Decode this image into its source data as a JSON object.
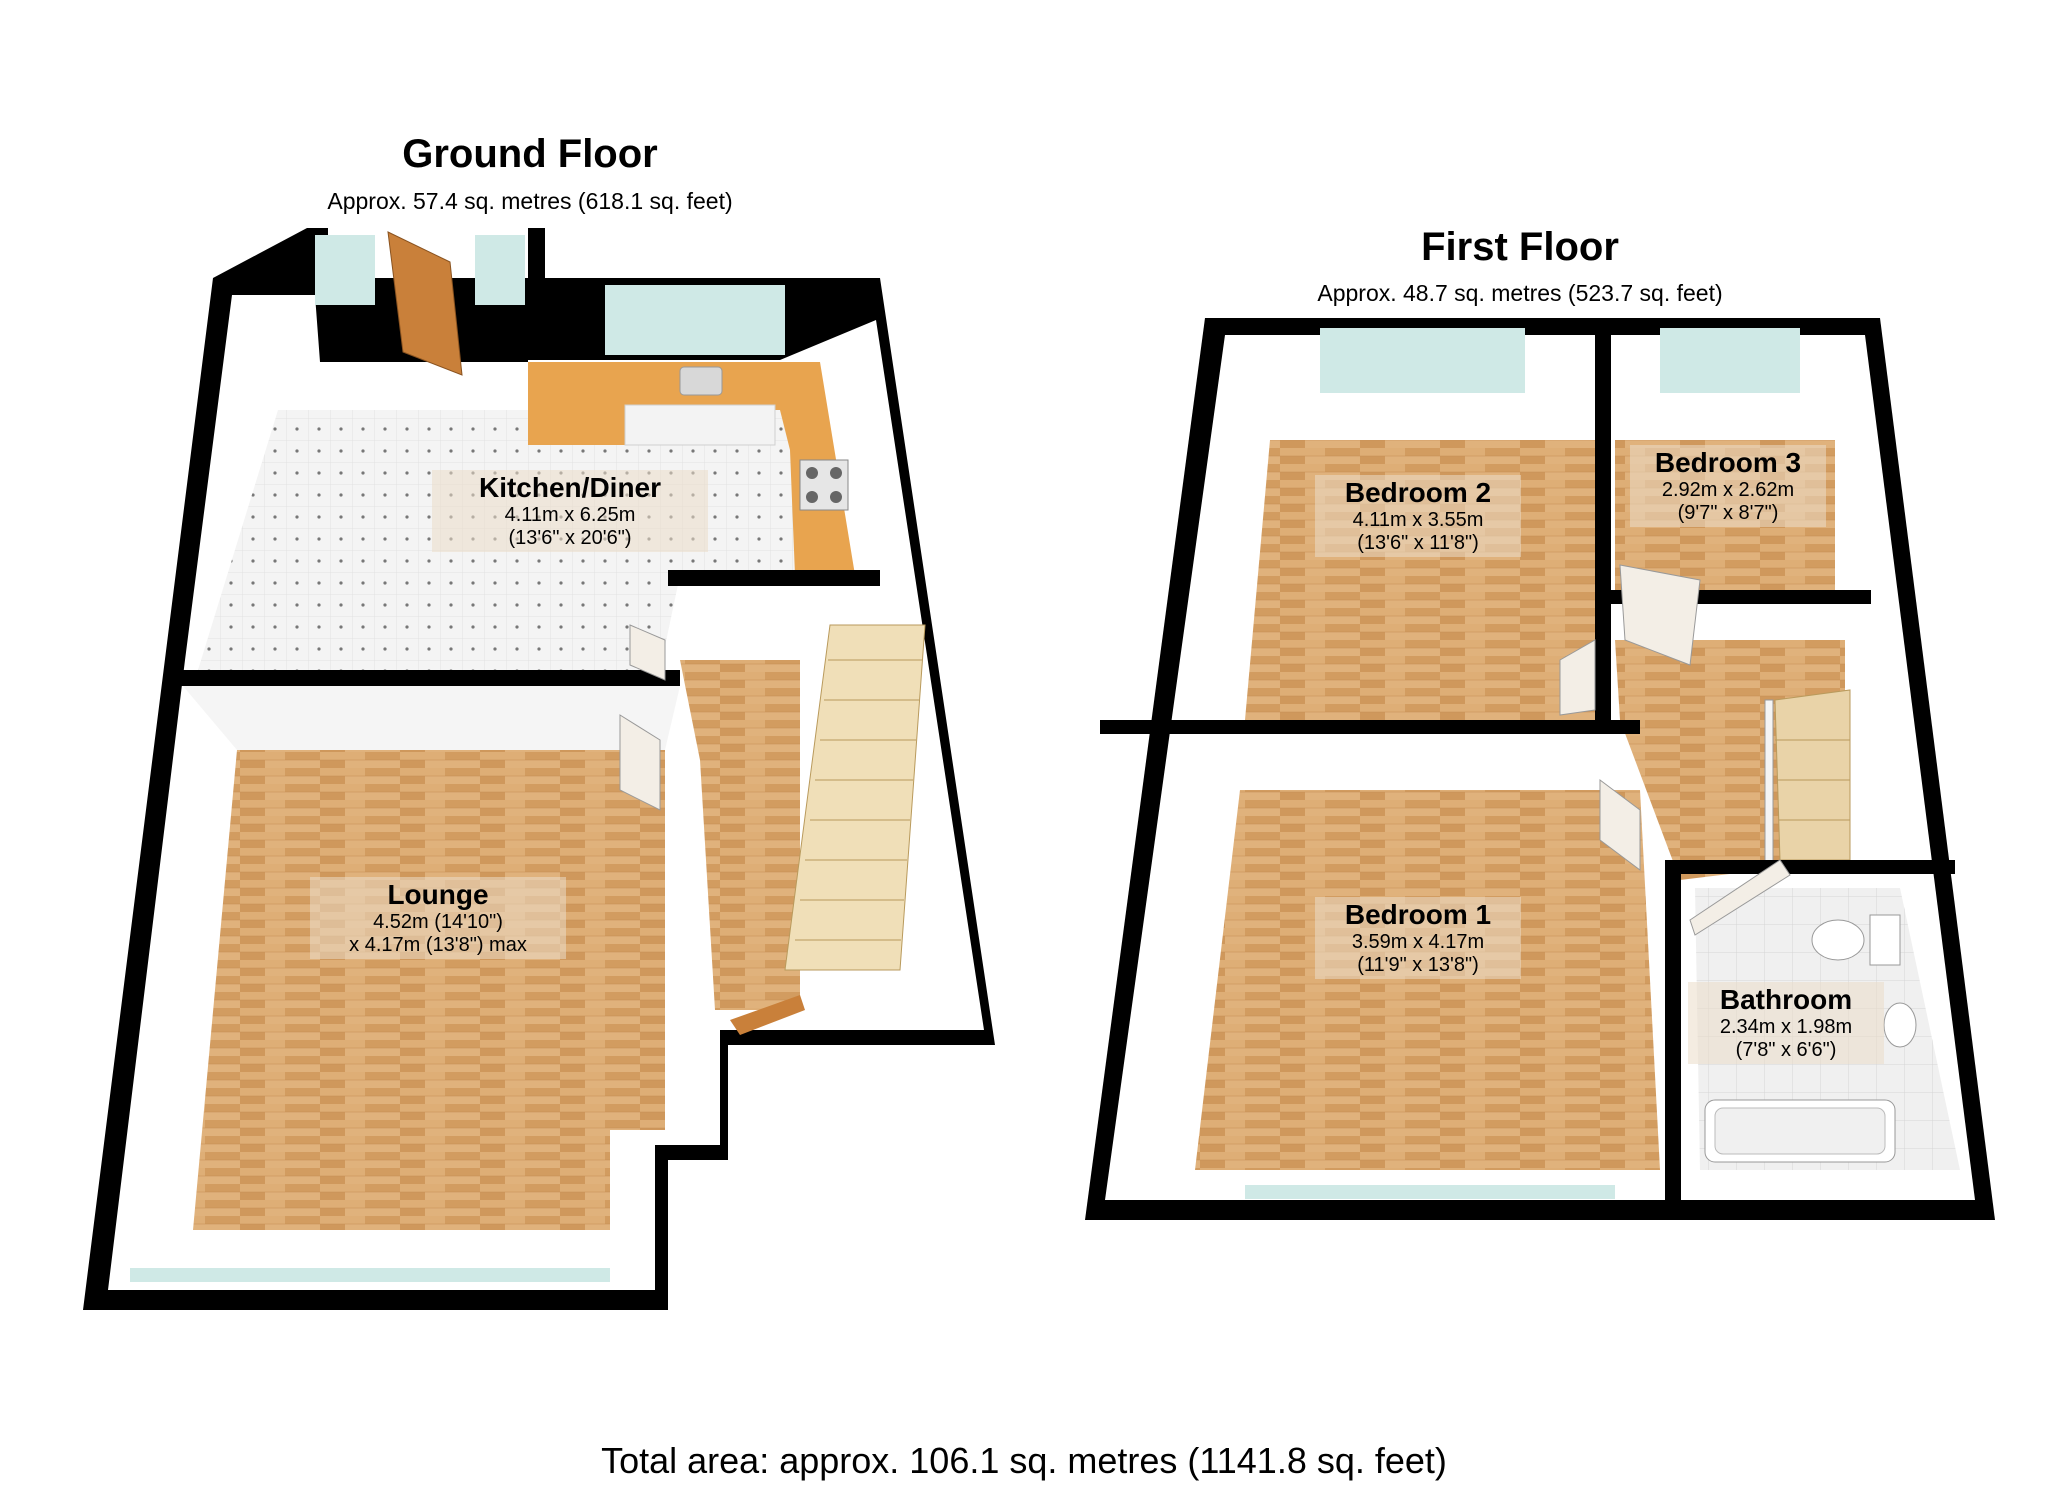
{
  "ground_floor": {
    "title": "Ground Floor",
    "area": "Approx. 57.4 sq. metres (618.1 sq. feet)",
    "rooms": [
      {
        "name": "Kitchen/Diner",
        "line1": "4.11m x 6.25m",
        "line2": "(13'6\" x 20'6\")"
      },
      {
        "name": "Lounge",
        "line1": "4.52m (14'10\")",
        "line2": "x 4.17m (13'8\") max"
      }
    ]
  },
  "first_floor": {
    "title": "First Floor",
    "area": "Approx. 48.7 sq. metres (523.7 sq. feet)",
    "rooms": [
      {
        "name": "Bedroom 2",
        "line1": "4.11m x 3.55m",
        "line2": "(13'6\" x 11'8\")"
      },
      {
        "name": "Bedroom 3",
        "line1": "2.92m x 2.62m",
        "line2": "(9'7\" x 8'7\")"
      },
      {
        "name": "Bedroom 1",
        "line1": "3.59m x 4.17m",
        "line2": "(11'9\" x 13'8\")"
      },
      {
        "name": "Bathroom",
        "line1": "2.34m x 1.98m",
        "line2": "(7'8\" x 6'6\")"
      }
    ]
  },
  "total_area": "Total area: approx. 106.1 sq. metres (1141.8 sq. feet)",
  "colors": {
    "wall": "#000000",
    "wall_face": "#ffffff",
    "wood_floor": "#d9a56a",
    "tile_floor": "#f2f2f2",
    "worktop": "#e8a44f",
    "window": "#cfe9e6"
  }
}
